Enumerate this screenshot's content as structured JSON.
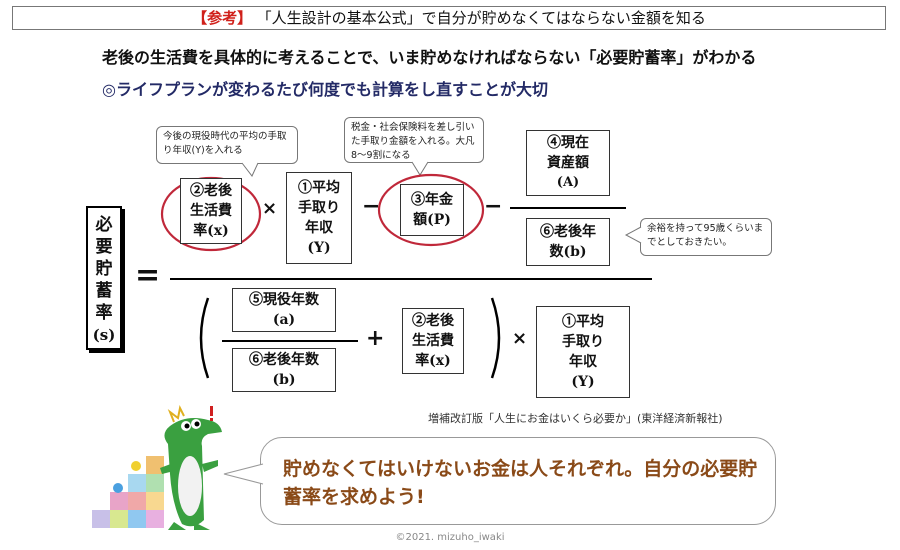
{
  "header": {
    "tag": "【参考】",
    "title": "「人生設計の基本公式」で自分が貯めなくてはならない金額を知る"
  },
  "intro": {
    "line1": "老後の生活費を具体的に考えることで、いま貯めなければならない「必要貯蓄率」がわかる",
    "line2": "◎ライフプランが変わるたび何度でも計算をし直すことが大切"
  },
  "formula": {
    "result_label": "必要貯蓄率(s)",
    "result_chars": [
      "必",
      "要",
      "貯",
      "蓄",
      "率",
      "(s)"
    ],
    "equals": "=",
    "times": "×",
    "minus": "−",
    "plus": "+",
    "numerator": {
      "living_cost_rate": [
        "②老後",
        "生活費",
        "率(x)"
      ],
      "avg_income": [
        "①平均",
        "手取り",
        "年収",
        "(Y)"
      ],
      "pension": [
        "③年金",
        "額(P)"
      ],
      "assets": [
        "④現在",
        "資産額",
        "(A)"
      ],
      "retire_years": [
        "⑥老後年",
        "数(b)"
      ]
    },
    "denominator": {
      "work_years": [
        "⑤現役年数",
        "(a)"
      ],
      "retire_years": [
        "⑥老後年数",
        "(b)"
      ],
      "living_cost_rate": [
        "②老後",
        "生活費",
        "率(x)"
      ],
      "avg_income": [
        "①平均",
        "手取り",
        "年収",
        "(Y)"
      ]
    },
    "callouts": {
      "income": "今後の現役時代の平均の手取り年収(Y)を入れる",
      "pension": "税金・社会保険料を差し引いた手取り金額を入れる。大凡8〜9割になる",
      "retire": "余裕を持って95歳くらいまでとしておきたい。"
    }
  },
  "citation": "増補改訂版「人生にお金はいくら必要か」(東洋経済新報社)",
  "bubble": "貯めなくてはいけないお金は人それぞれ。自分の必要貯蓄率を求めよう!",
  "copyright": "©2021. mizuho_iwaki",
  "colors": {
    "tag": "#d0201a",
    "circle": "#c0283a",
    "bubble_text": "#8a4a18",
    "mascot": "#3aa040"
  }
}
